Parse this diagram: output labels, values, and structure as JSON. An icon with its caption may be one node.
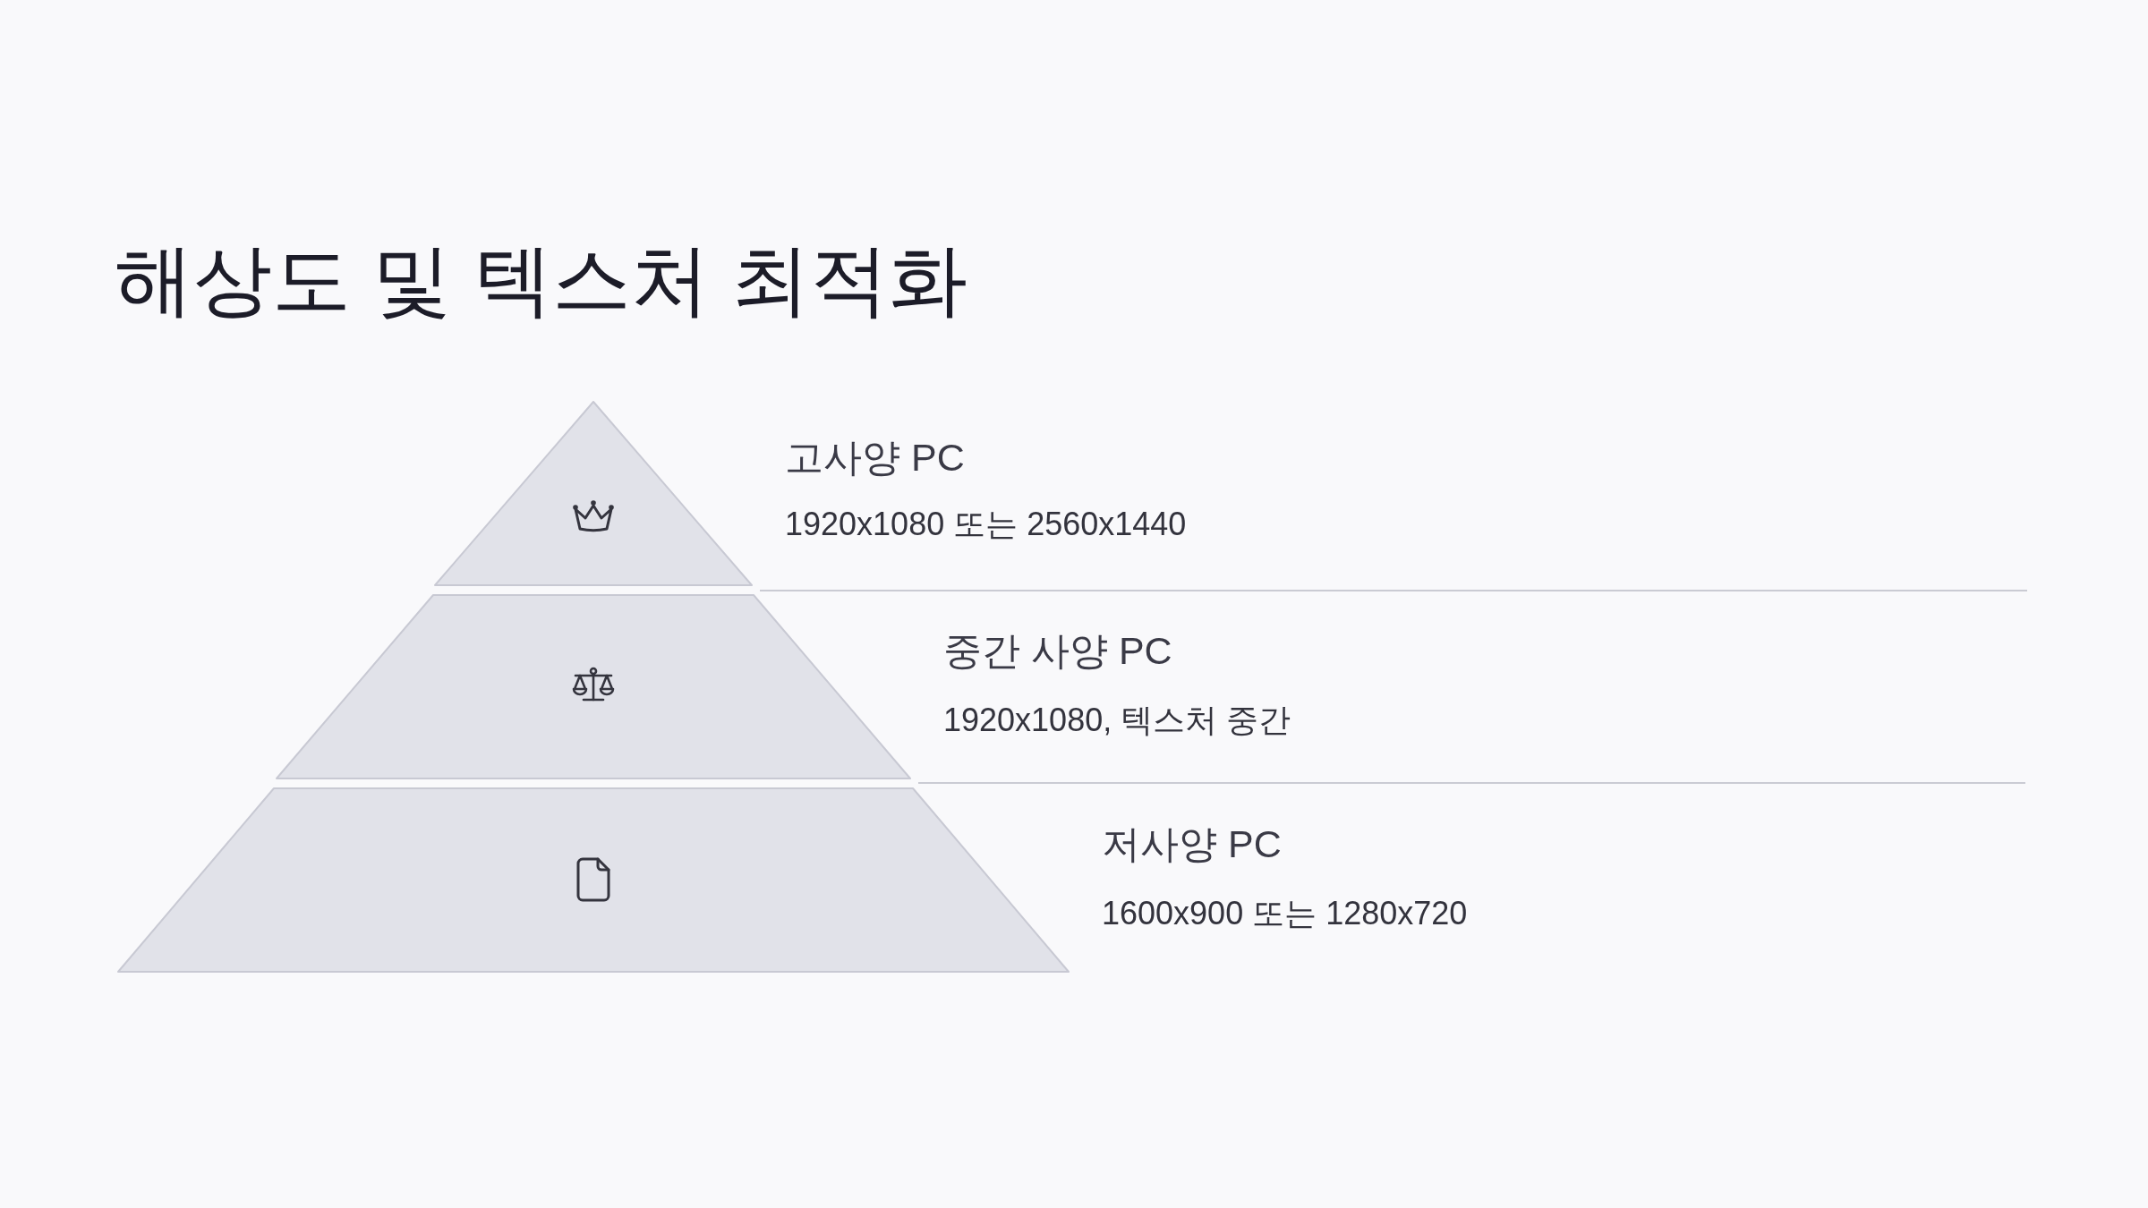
{
  "diagram": {
    "title": "해상도 및 텍스처 최적화",
    "nodes": [
      {
        "text": [],
        "shape": "triangle",
        "beside": [
          "고사양 PC",
          "1920x1080 또는 2560x1440"
        ]
      },
      {
        "text": [],
        "shape": "trapezoid",
        "beside": [
          "중간 사양 PC",
          "1920x1080, 텍스처 중간"
        ]
      },
      {
        "text": [],
        "shape": "trapezoid",
        "beside": [
          "저사양 PC",
          "1600x900 또는 1280x720"
        ]
      }
    ]
  }
}
